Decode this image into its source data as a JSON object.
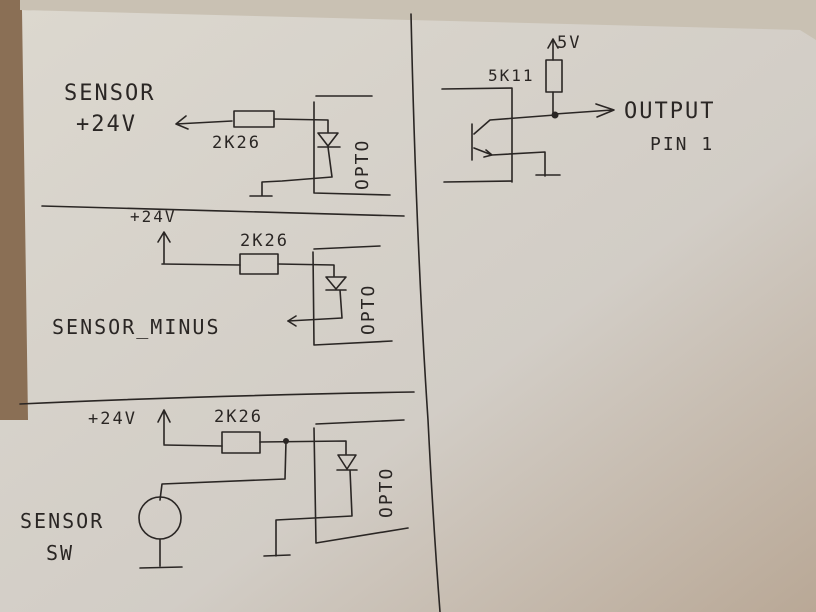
{
  "diagram": {
    "title": "Opto-isolated sensor input circuits (hand-drawn sketch)",
    "paper_color": "#d8d4cc",
    "background_color": "#8a6f55",
    "ink_color": "#2a2624",
    "left_panel": {
      "circuits": [
        {
          "id": "circuit-1",
          "supply_label_line1": "SENSOR",
          "supply_label_line2": "+24V",
          "resistor_label": "2K26",
          "opto_label": "OPTO"
        },
        {
          "id": "circuit-2",
          "supply_label": "+24V",
          "resistor_label": "2K26",
          "sensor_label": "SENSOR_MINUS",
          "opto_label": "OPTO"
        },
        {
          "id": "circuit-3",
          "supply_label": "+24V",
          "resistor_label": "2K26",
          "sensor_label_line1": "SENSOR",
          "sensor_label_line2": "SW",
          "opto_label": "OPTO"
        }
      ]
    },
    "right_panel": {
      "supply_label": "5V",
      "resistor_label": "5K11",
      "output_label_line1": "OUTPUT",
      "output_label_line2": "PIN 1"
    }
  }
}
